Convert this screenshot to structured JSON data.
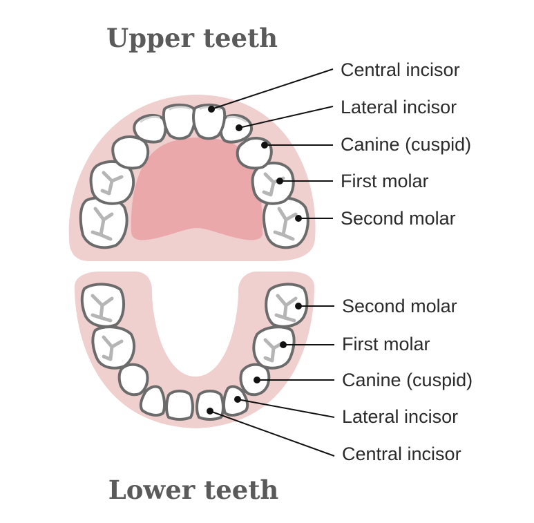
{
  "titles": {
    "upper": "Upper teeth",
    "lower": "Lower teeth"
  },
  "upper_labels": [
    "Central incisor",
    "Lateral incisor",
    "Canine (cuspid)",
    "First molar",
    "Second molar"
  ],
  "lower_labels": [
    "Second molar",
    "First molar",
    "Canine (cuspid)",
    "Lateral incisor",
    "Central incisor"
  ],
  "colors": {
    "gum": "#f0cfcf",
    "palate": "#eaa8ab",
    "tooth_outline": "#6b6b6b",
    "tooth_fill": "#ffffff",
    "leader_line": "#111111"
  }
}
